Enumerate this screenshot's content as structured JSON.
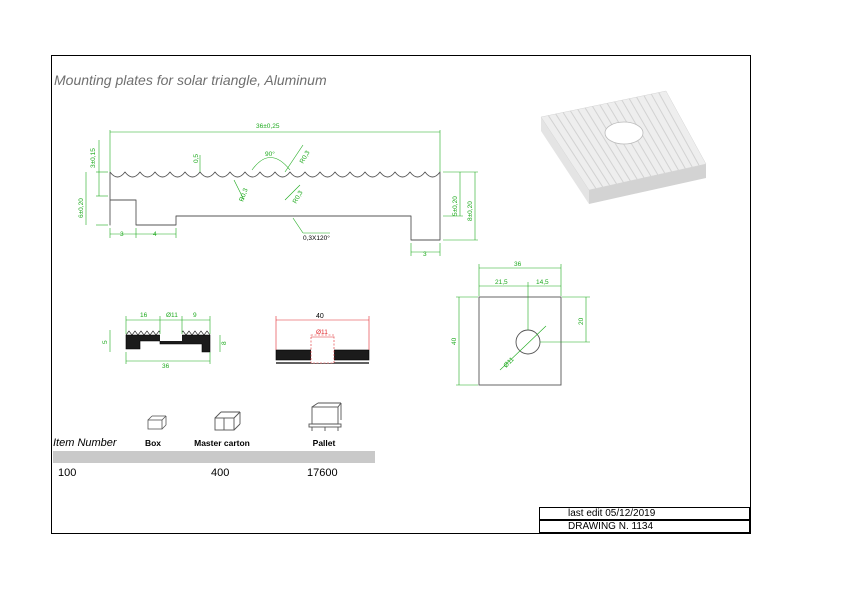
{
  "title": "Mounting plates for solar triangle, Aluminum",
  "dimensions": {
    "overall_width": "36±0,25",
    "left_height_top": "3±0,15",
    "left_height": "6±0,20",
    "right_height_top": "5±0,20",
    "right_height": "8±0,20",
    "groove_depth": "0,5",
    "groove_angle": "90°",
    "r_top": "R0,3",
    "r_mid": "R0,3",
    "r_bottom": "R0,3",
    "chamfer": "0,3X120°",
    "left_step": "3",
    "left_gap": "4",
    "right_foot": "3"
  },
  "sections": {
    "s1_left": "16",
    "s1_hole": "Ø11",
    "s1_right": "9",
    "s1_height": "5",
    "s1_right_height": "8",
    "s1_total": "36",
    "s2_total": "40",
    "s2_hole": "Ø11"
  },
  "top_view": {
    "width": "36",
    "left": "21,5",
    "right": "14,5",
    "height": "40",
    "offset": "20",
    "hole": "Ø11"
  },
  "table": {
    "item_number_label": "Item Number",
    "box_label": "Box",
    "master_carton_label": "Master carton",
    "pallet_label": "Pallet",
    "item_number": "100",
    "master_carton": "400",
    "pallet": "17600"
  },
  "title_block": {
    "last_edit": "last edit 05/12/2019",
    "drawing_number": "DRAWING N. 1134"
  },
  "colors": {
    "dim": "#1faa1f",
    "red": "#e0282c",
    "dark": "#333333"
  }
}
